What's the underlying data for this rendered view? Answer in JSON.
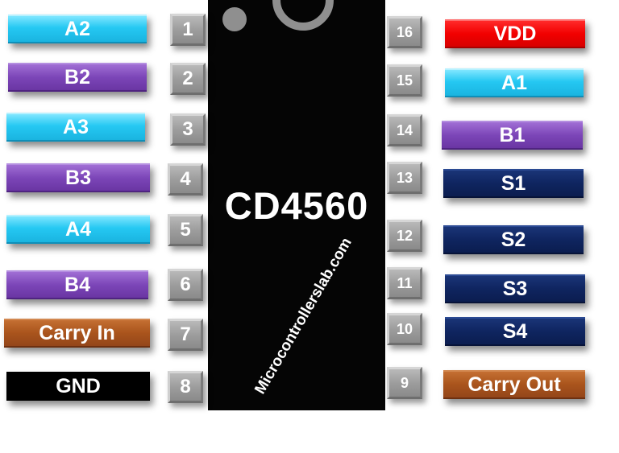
{
  "chip": {
    "name": "CD4560",
    "website": "Microcontrollerslab.com"
  },
  "left_pins": [
    {
      "number": "1",
      "label": "A2"
    },
    {
      "number": "2",
      "label": "B2"
    },
    {
      "number": "3",
      "label": "A3"
    },
    {
      "number": "4",
      "label": "B3"
    },
    {
      "number": "5",
      "label": "A4"
    },
    {
      "number": "6",
      "label": "B4"
    },
    {
      "number": "7",
      "label": "Carry In"
    },
    {
      "number": "8",
      "label": "GND"
    }
  ],
  "right_pins": [
    {
      "number": "16",
      "label": "VDD"
    },
    {
      "number": "15",
      "label": "A1"
    },
    {
      "number": "14",
      "label": "B1"
    },
    {
      "number": "13",
      "label": "S1"
    },
    {
      "number": "12",
      "label": "S2"
    },
    {
      "number": "11",
      "label": "S3"
    },
    {
      "number": "10",
      "label": "S4"
    },
    {
      "number": "9",
      "label": "Carry Out"
    }
  ],
  "colors": {
    "input_a": "#25c8f2",
    "input_b": "#7c46b8",
    "carry": "#a9541c",
    "ground": "#000000",
    "sum": "#0f2560",
    "power": "#f20000",
    "chip_body": "#050505",
    "pin": "#9d9d9d"
  }
}
